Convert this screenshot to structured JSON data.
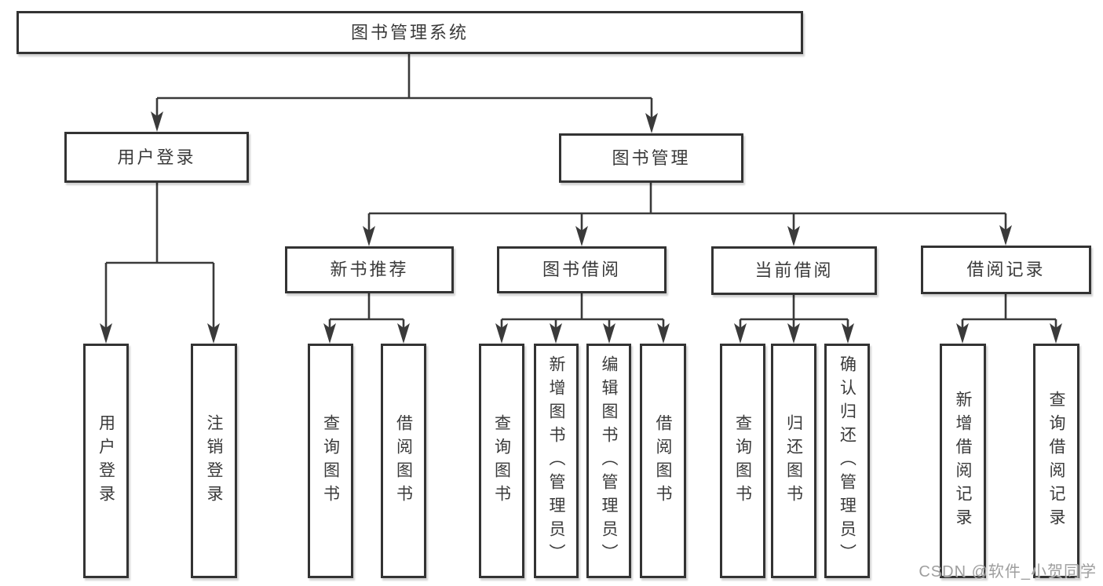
{
  "diagram": {
    "watermark": "CSDN @软件_小贺同学",
    "colors": {
      "line": "#3a3a3a",
      "box_border": "#333333",
      "text": "#3a3a3a",
      "background": "#ffffff",
      "watermark": "#9e9e9e"
    },
    "tree": {
      "root": {
        "label": "图书管理系统",
        "children": [
          {
            "label": "用户登录",
            "children": [
              {
                "label": "用户登录"
              },
              {
                "label": "注销登录"
              }
            ]
          },
          {
            "label": "图书管理",
            "children": [
              {
                "label": "新书推荐",
                "children": [
                  {
                    "label": "查询图书"
                  },
                  {
                    "label": "借阅图书"
                  }
                ]
              },
              {
                "label": "图书借阅",
                "children": [
                  {
                    "label": "查询图书"
                  },
                  {
                    "label": "新增图书（管理员）"
                  },
                  {
                    "label": "编辑图书（管理员）"
                  },
                  {
                    "label": "借阅图书"
                  }
                ]
              },
              {
                "label": "当前借阅",
                "children": [
                  {
                    "label": "查询图书"
                  },
                  {
                    "label": "归还图书"
                  },
                  {
                    "label": "确认归还（管理员）"
                  }
                ]
              },
              {
                "label": "借阅记录",
                "children": [
                  {
                    "label": "新增借阅记录"
                  },
                  {
                    "label": "查询借阅记录"
                  }
                ]
              }
            ]
          }
        ]
      }
    }
  }
}
